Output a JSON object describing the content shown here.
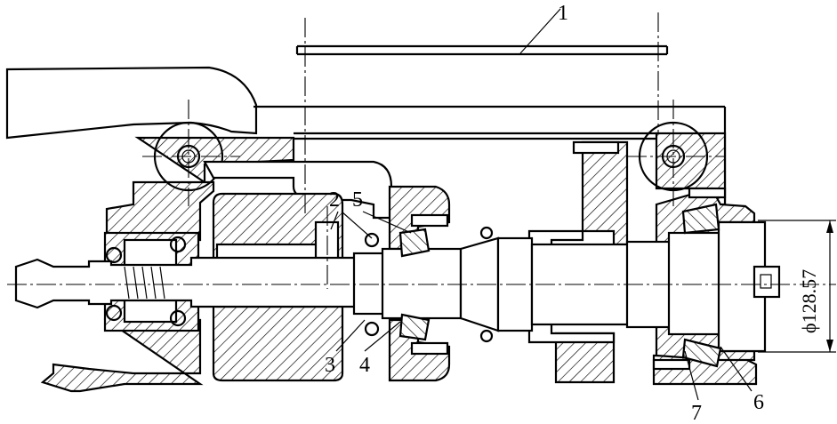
{
  "labels": {
    "l1": "1",
    "l2": "2",
    "l3": "3",
    "l4": "4",
    "l5": "5",
    "l6": "6",
    "l7": "7"
  },
  "dimension": {
    "diameter": "ϕ128.57"
  }
}
